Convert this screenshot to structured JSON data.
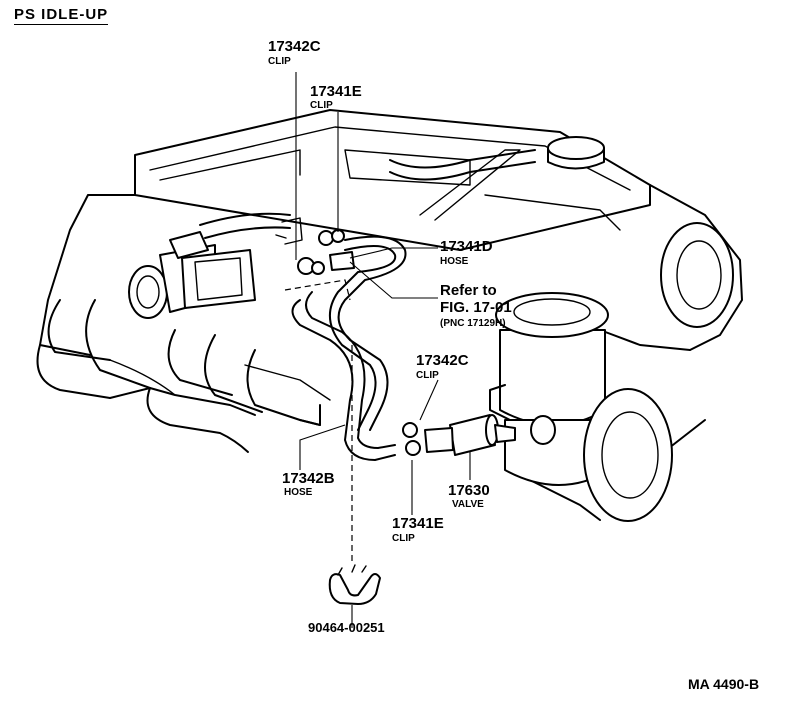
{
  "diagram": {
    "title": "PS IDLE-UP",
    "drawing_code": "MA 4490-B",
    "parts": {
      "clip_17342c_top": {
        "number": "17342C",
        "name": "CLIP"
      },
      "clip_17341e_top": {
        "number": "17341E",
        "name": "CLIP"
      },
      "hose_17341d": {
        "number": "17341D",
        "name": "HOSE"
      },
      "reference": {
        "text": "Refer to",
        "fig": "FIG. 17-01",
        "pnc": "(PNC 17129H)"
      },
      "clip_17342c_mid": {
        "number": "17342C",
        "name": "CLIP"
      },
      "hose_17342b": {
        "number": "17342B",
        "name": "HOSE"
      },
      "valve_17630": {
        "number": "17630",
        "name": "VALVE"
      },
      "clip_17341e_bottom": {
        "number": "17341E",
        "name": "CLIP"
      },
      "clamp": {
        "number": "90464-00251"
      }
    }
  }
}
